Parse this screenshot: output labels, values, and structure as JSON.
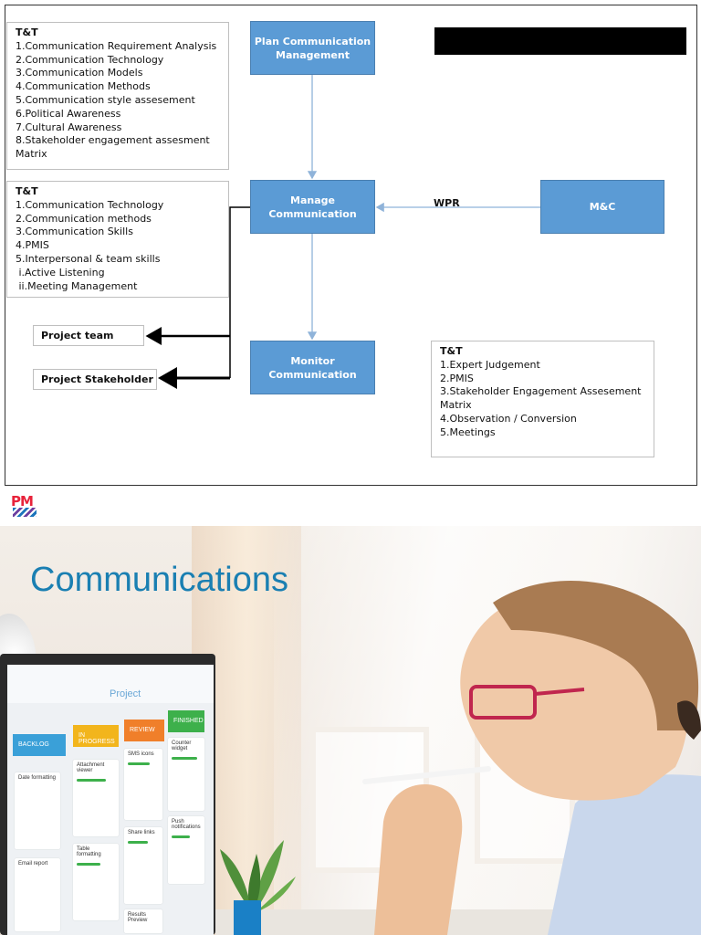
{
  "diagram": {
    "processes": {
      "plan": "Plan Communication\nManagement",
      "manage": "Manage\nCommunication",
      "monitor": "Monitor\nCommunication",
      "mc": "M&C"
    },
    "edge_labels": {
      "wpr": "WPR"
    },
    "outputs": {
      "project_team": "Project team",
      "project_stakeholder": "Project Stakeholder"
    },
    "tt_plan": {
      "heading": "T&T",
      "items": [
        "1.Communication Requirement Analysis",
        "2.Communication Technology",
        "3.Communication Models",
        "4.Communication Methods",
        "5.Communication style assesement",
        "6.Political Awareness",
        "7.Cultural Awareness",
        "8.Stakeholder engagement assesment",
        "Matrix"
      ]
    },
    "tt_manage": {
      "heading": "T&T",
      "items": [
        "1.Communication Technology",
        "2.Communication methods",
        "3.Communication Skills",
        "4.PMIS",
        "5.Interpersonal & team skills",
        " i.Active Listening",
        " ii.Meeting Management"
      ]
    },
    "tt_monitor": {
      "heading": "T&T",
      "items": [
        "1.Expert Judgement",
        "2.PMIS",
        "3.Stakeholder Engagement Assesement",
        "Matrix",
        "4.Observation / Conversion",
        "5.Meetings"
      ]
    }
  },
  "logo": {
    "text": "PM"
  },
  "slide": {
    "title": "Communications"
  },
  "screen_ui": {
    "title": "Project",
    "columns": [
      {
        "label": "BACKLOG",
        "color": "#3aa0d8"
      },
      {
        "label": "IN PROGRESS",
        "color": "#f2b51c"
      },
      {
        "label": "REVIEW",
        "color": "#f07f2a"
      },
      {
        "label": "FINISHED",
        "color": "#3db04b"
      }
    ],
    "cards": [
      "Date formatting",
      "Email report",
      "Attachment viewer",
      "Table formatting",
      "SMS icons",
      "Share links",
      "Counter widget",
      "Push notifications",
      "Results Preview"
    ]
  }
}
